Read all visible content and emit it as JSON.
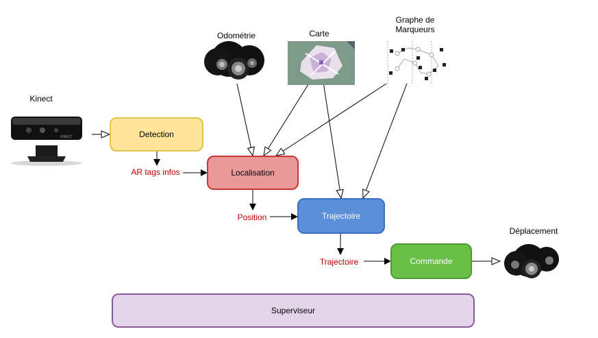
{
  "diagram": {
    "sources": {
      "kinect": "Kinect",
      "odometrie": "Odométrie",
      "carte": "Carte",
      "graphe_line1": "Graphe de",
      "graphe_line2": "Marqueurs",
      "deplacement": "Déplacement"
    },
    "blocks": {
      "detection": "Detection",
      "localisation": "Localisation",
      "trajectoire": "Trajectoire",
      "commande": "Commande",
      "superviseur": "Superviseur"
    },
    "signals": {
      "ar_tags": "AR tags infos",
      "position": "Position",
      "trajectoire": "Trajectoire"
    },
    "device_text": {
      "kinect_brand": "KINECT"
    },
    "colors": {
      "detection_fill": "#ffe599",
      "detection_border": "#e6c44a",
      "localisation_fill": "#ea9999",
      "localisation_border": "#cc3333",
      "trajectoire_fill": "#5b8fd8",
      "trajectoire_border": "#3a6fc0",
      "commande_fill": "#6ac046",
      "commande_border": "#4d9a30",
      "superviseur_fill": "#e4d4ea",
      "superviseur_border": "#8a5aa0",
      "signal_text": "#c00000"
    }
  }
}
